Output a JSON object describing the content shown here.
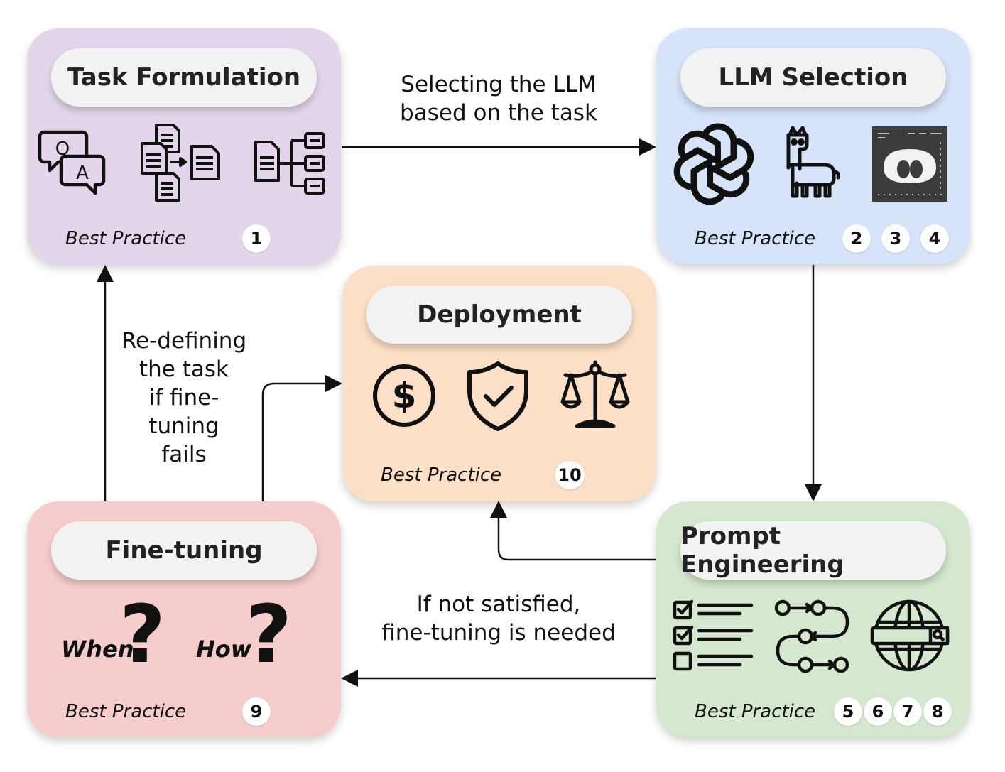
{
  "colors": {
    "task": "#e4d6ea",
    "llm": "#d6e3f8",
    "deploy": "#fbdfc6",
    "finetune": "#f6cdcd",
    "prompt": "#d5e7cf",
    "pill": "#f2f2f2",
    "line": "#111111"
  },
  "nodes": {
    "task": {
      "title": "Task Formulation",
      "best_practice": "Best Practice",
      "badges": [
        "1"
      ],
      "icons": [
        "qa-chat-icon",
        "document-merge-icon",
        "document-tree-icon"
      ]
    },
    "llm": {
      "title": "LLM Selection",
      "best_practice": "Best Practice",
      "badges": [
        "2",
        "3",
        "4"
      ],
      "icons": [
        "openai-logo-icon",
        "llama-icon",
        "model-logo-icon"
      ]
    },
    "deploy": {
      "title": "Deployment",
      "best_practice": "Best Practice",
      "badges": [
        "10"
      ],
      "icons": [
        "dollar-coin-icon",
        "shield-check-icon",
        "balance-scale-icon"
      ]
    },
    "finetune": {
      "title": "Fine-tuning",
      "best_practice": "Best Practice",
      "badges": [
        "9"
      ],
      "when": "When",
      "how": "How",
      "question_mark": "?"
    },
    "prompt": {
      "title": "Prompt Engineering",
      "best_practice": "Best Practice",
      "badges": [
        "5",
        "6",
        "7",
        "8"
      ],
      "icons": [
        "checklist-icon",
        "workflow-icon",
        "globe-search-icon"
      ]
    }
  },
  "edges": {
    "task_to_llm": {
      "line1": "Selecting the LLM",
      "line2": "based on the task"
    },
    "prompt_to_finetune": {
      "line1": "If not satisfied,",
      "line2": "fine-tuning is needed"
    },
    "finetune_to_task": {
      "line1": "Re-defining",
      "line2": "the task",
      "line3": "if fine-tuning",
      "line4": "fails"
    }
  }
}
